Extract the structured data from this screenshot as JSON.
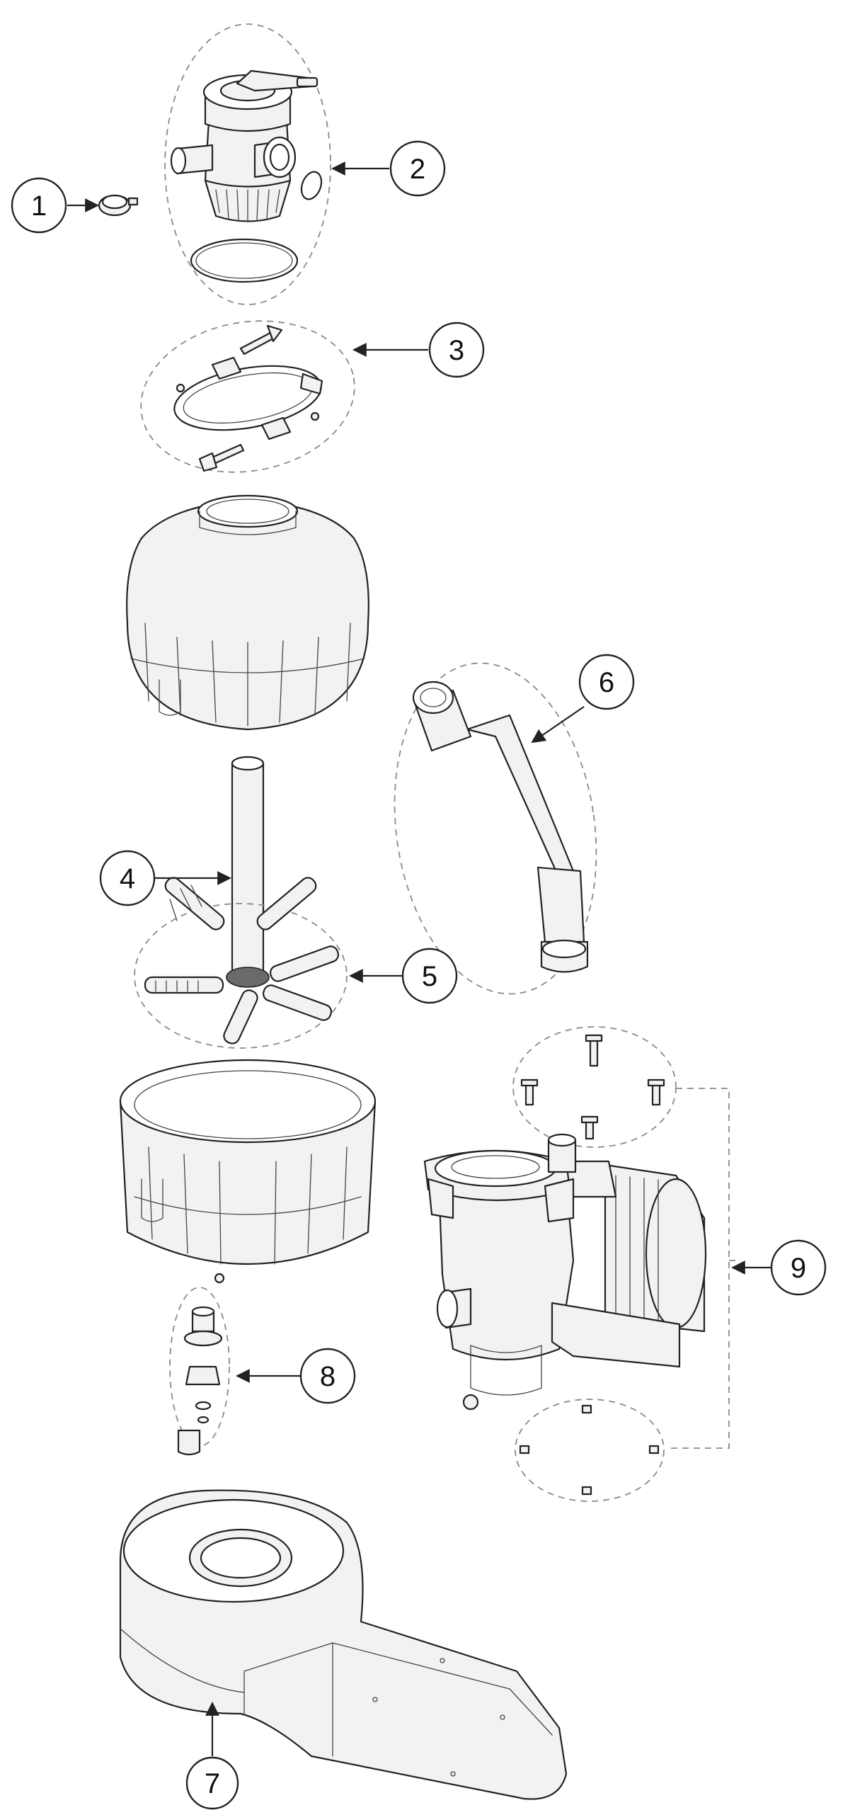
{
  "callouts": [
    {
      "id": "1",
      "label": "1"
    },
    {
      "id": "2",
      "label": "2"
    },
    {
      "id": "3",
      "label": "3"
    },
    {
      "id": "4",
      "label": "4"
    },
    {
      "id": "5",
      "label": "5"
    },
    {
      "id": "6",
      "label": "6"
    },
    {
      "id": "7",
      "label": "7"
    },
    {
      "id": "8",
      "label": "8"
    },
    {
      "id": "9",
      "label": "9"
    }
  ],
  "colors": {
    "line": "#222222",
    "dash": "#8a8a8a",
    "fill": "#f2f2f2"
  }
}
